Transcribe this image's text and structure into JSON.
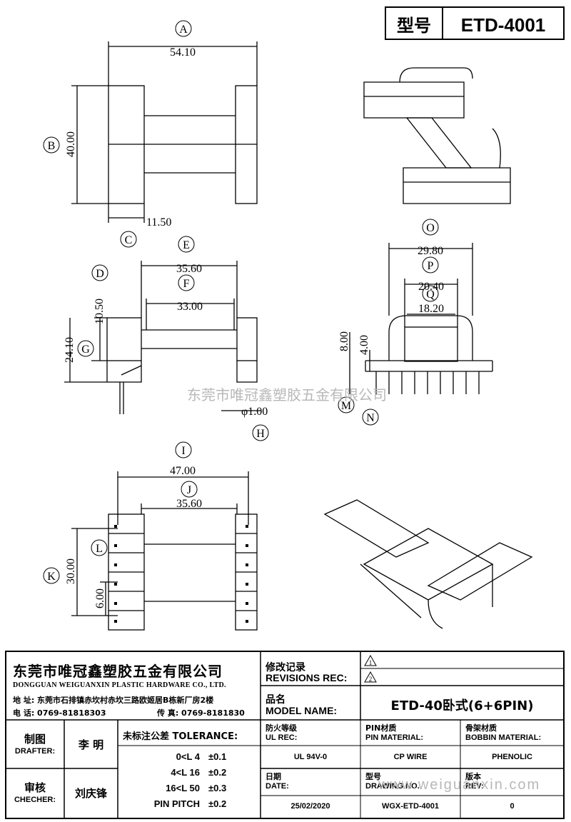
{
  "header": {
    "model_label": "型号",
    "model_value": "ETD-4001"
  },
  "dims": {
    "a": "54.10",
    "b": "40.00",
    "c": "11.50",
    "e": "35.60",
    "f": "33.00",
    "d": "10.50",
    "g": "24.10",
    "h": "φ1.00",
    "o": "29.80",
    "p": "20.40",
    "q": "18.20",
    "m": "8.00",
    "n": "4.00",
    "i": "47.00",
    "j": "35.60",
    "k": "30.00",
    "l": "6.00"
  },
  "labels": {
    "A": "A",
    "B": "B",
    "C": "C",
    "D": "D",
    "E": "E",
    "F": "F",
    "G": "G",
    "H": "H",
    "I": "I",
    "J": "J",
    "K": "K",
    "L": "L",
    "M": "M",
    "N": "N",
    "O": "O",
    "P": "P",
    "Q": "Q"
  },
  "watermark": {
    "center": "东莞市唯冠鑫塑胶五金有限公司",
    "url": "www.weiguanxin.com"
  },
  "company": {
    "name_cn": "东莞市唯冠鑫塑胶五金有限公司",
    "name_en": "DONGGUAN WEIGUANXIN PLASTIC HARDWARE CO., LTD.",
    "address": "地 址: 东莞市石排镇赤坎村赤坎三路欧姬居B栋新厂房2楼",
    "phone": "电 话: 0769-81818303",
    "fax": "传 真: 0769-8181830"
  },
  "revisions": {
    "title_cn": "修改记录",
    "title_en": "REVISIONS REC:",
    "rev1": "1",
    "rev2": "2"
  },
  "model": {
    "title_cn": "品名",
    "title_en": "MODEL NAME:",
    "value": "ETD-40卧式(6+6PIN)"
  },
  "drafter": {
    "label_cn": "制图",
    "label_en": "DRAFTER:",
    "name": "李 明"
  },
  "checker": {
    "label_cn": "审核",
    "label_en": "CHECHER:",
    "name": "刘庆锋"
  },
  "tolerance": {
    "title": "未标注公差 TOLERANCE:",
    "rows": [
      {
        "range": "0<L 4",
        "val": "±0.1"
      },
      {
        "range": "4<L 16",
        "val": "±0.2"
      },
      {
        "range": "16<L 50",
        "val": "±0.3"
      },
      {
        "range": "PIN PITCH",
        "val": "±0.2"
      }
    ]
  },
  "ul": {
    "label_cn": "防火等级",
    "label_en": "UL REC:",
    "value": "UL 94V-0"
  },
  "pin": {
    "label_cn": "PIN材质",
    "label_en": "PIN MATERIAL:",
    "value": "CP WIRE"
  },
  "bobbin": {
    "label_cn": "骨架材质",
    "label_en": "BOBBIN MATERIAL:",
    "value": "PHENOLIC"
  },
  "date": {
    "label_cn": "日期",
    "label_en": "DATE:",
    "value": "25/02/2020"
  },
  "drawing": {
    "label_cn": "型号",
    "label_en": "DRAWING NO.",
    "value": "WGX-ETD-4001"
  },
  "rev": {
    "label_cn": "版本",
    "label_en": "REV:",
    "value": "0"
  }
}
